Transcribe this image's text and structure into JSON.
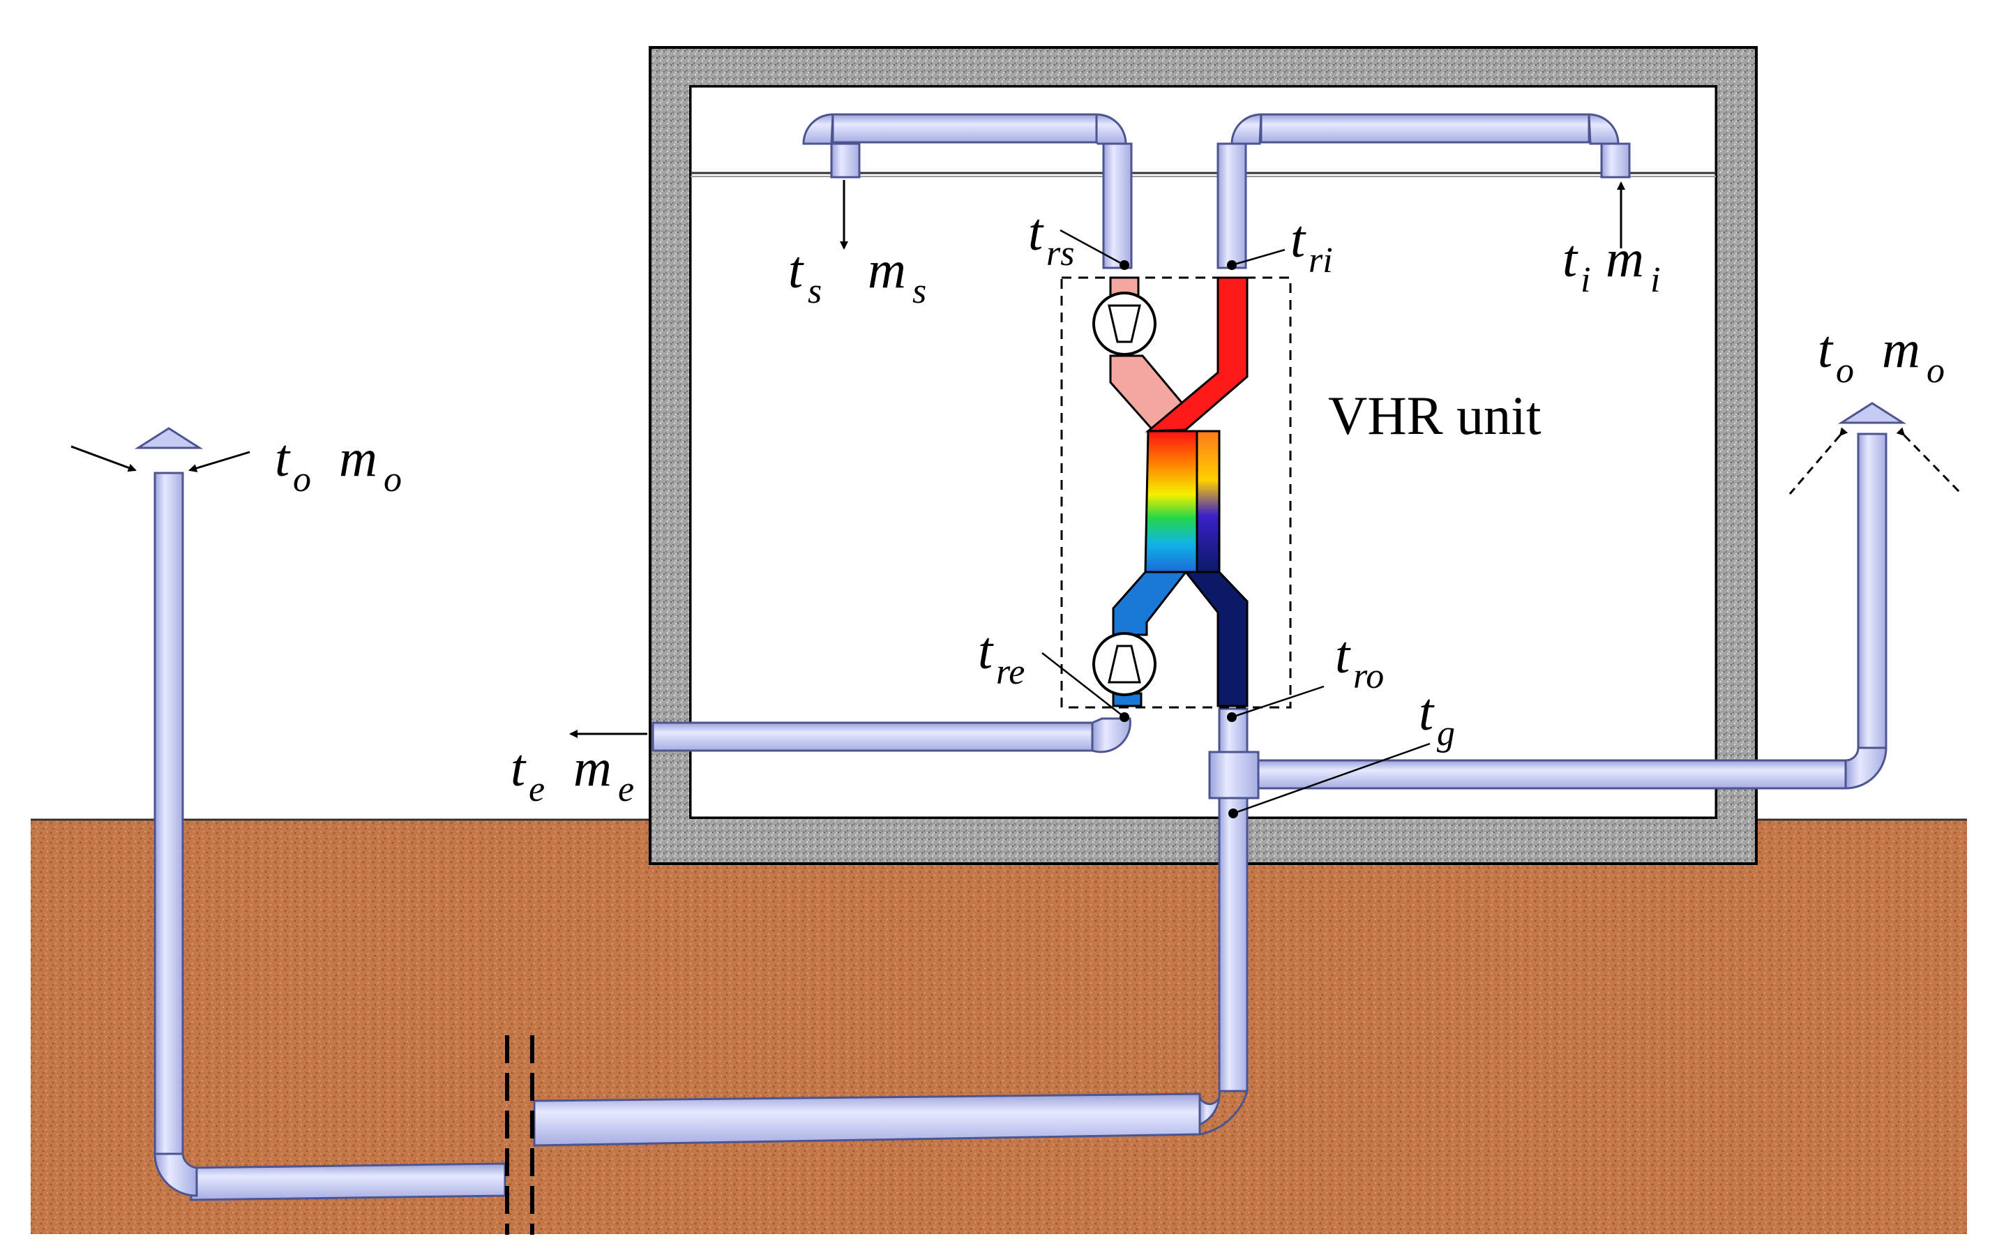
{
  "unit_label": "VHR unit",
  "labels": {
    "outdoor_intake": {
      "t": "t",
      "t_sub": "o",
      "m": "m",
      "m_sub": "o"
    },
    "outdoor_exhaust": {
      "t": "t",
      "t_sub": "o",
      "m": "m",
      "m_sub": "o"
    },
    "supply": {
      "t": "t",
      "t_sub": "s",
      "m": "m",
      "m_sub": "s"
    },
    "indoor_return": {
      "t": "t",
      "t_sub": "i",
      "m": "m",
      "m_sub": "i"
    },
    "exhaust": {
      "t": "t",
      "t_sub": "e",
      "m": "m",
      "m_sub": "e"
    },
    "t_rs": {
      "t": "t",
      "sub": "rs"
    },
    "t_ri": {
      "t": "t",
      "sub": "ri"
    },
    "t_re": {
      "t": "t",
      "sub": "re"
    },
    "t_ro": {
      "t": "t",
      "sub": "ro"
    },
    "t_g": {
      "t": "t",
      "sub": "g"
    }
  },
  "colors": {
    "pipe_fill": "#c5cbf2",
    "pipe_stroke": "#4d5590",
    "soil": "#c4784a",
    "wall": "#9a9a9a",
    "hot": "#ff1a1a",
    "warm": "#f4a6a0",
    "cold": "#0a1a66",
    "cool": "#1a78d6"
  }
}
